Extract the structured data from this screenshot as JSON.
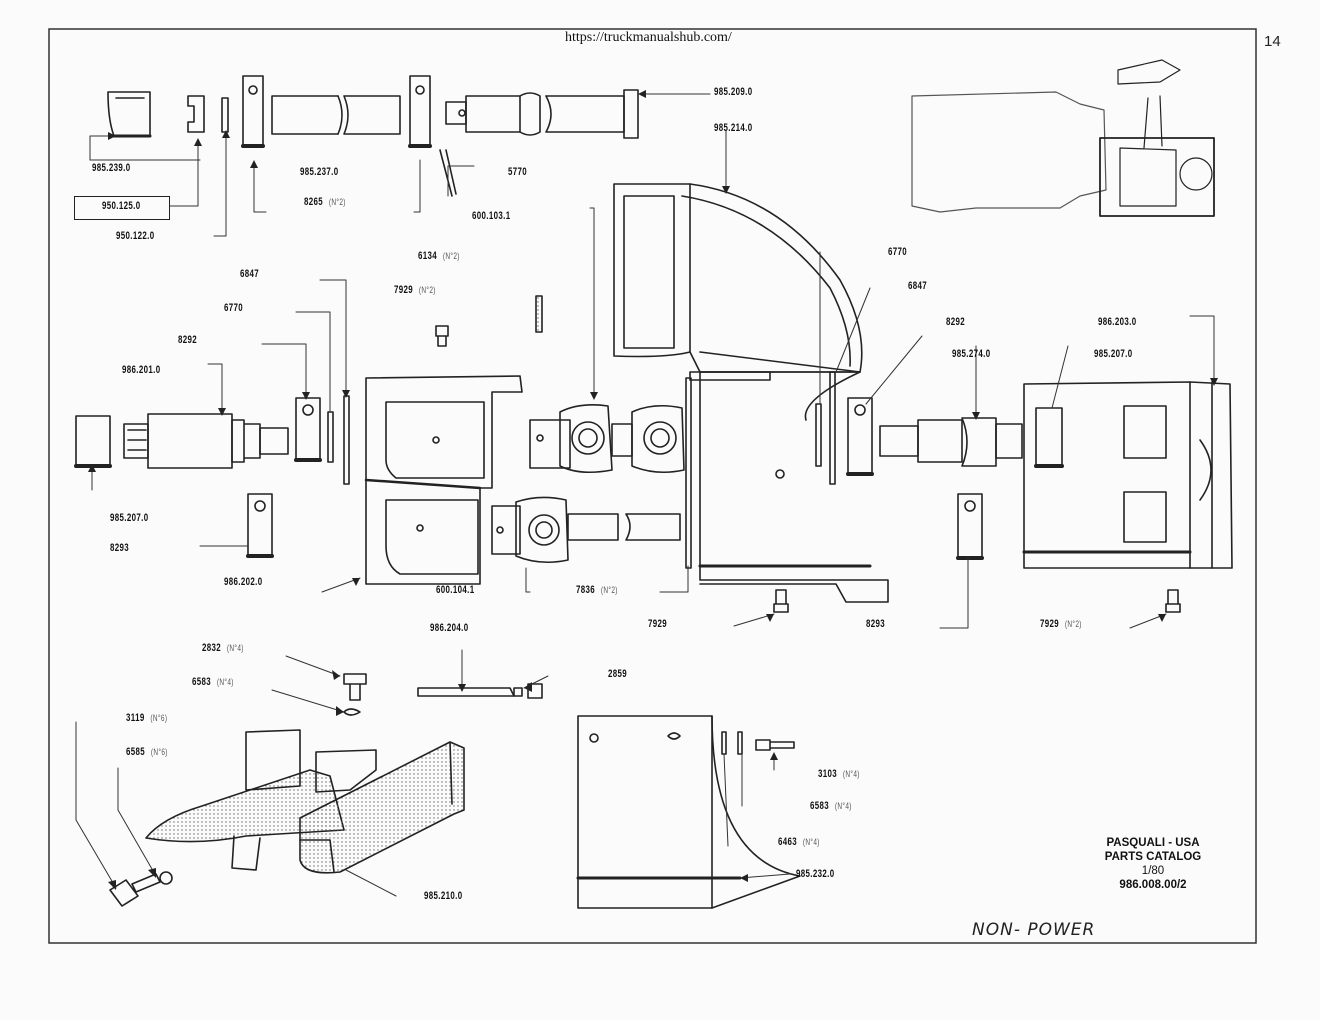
{
  "header": {
    "url": "https://truckmanualshub.com/",
    "page_number": "14"
  },
  "parts": [
    {
      "number": "985.209.0",
      "qty": ""
    },
    {
      "number": "985.214.0",
      "qty": ""
    },
    {
      "number": "985.239.0",
      "qty": ""
    },
    {
      "number": "950.125.0",
      "qty": ""
    },
    {
      "number": "950.122.0",
      "qty": ""
    },
    {
      "number": "985.237.0",
      "qty": ""
    },
    {
      "number": "8265",
      "qty": "(N°2)"
    },
    {
      "number": "5770",
      "qty": ""
    },
    {
      "number": "600.103.1",
      "qty": ""
    },
    {
      "number": "6134",
      "qty": "(N°2)"
    },
    {
      "number": "7929",
      "qty": "(N°2)"
    },
    {
      "number": "6847",
      "qty": ""
    },
    {
      "number": "6770",
      "qty": ""
    },
    {
      "number": "8292",
      "qty": ""
    },
    {
      "number": "986.201.0",
      "qty": ""
    },
    {
      "number": "6770",
      "qty": ""
    },
    {
      "number": "6847",
      "qty": ""
    },
    {
      "number": "8292",
      "qty": ""
    },
    {
      "number": "985.274.0",
      "qty": ""
    },
    {
      "number": "986.203.0",
      "qty": ""
    },
    {
      "number": "985.207.0",
      "qty": ""
    },
    {
      "number": "985.207.0",
      "qty": ""
    },
    {
      "number": "8293",
      "qty": ""
    },
    {
      "number": "986.202.0",
      "qty": ""
    },
    {
      "number": "600.104.1",
      "qty": ""
    },
    {
      "number": "986.204.0",
      "qty": ""
    },
    {
      "number": "7836",
      "qty": "(N°2)"
    },
    {
      "number": "7929",
      "qty": ""
    },
    {
      "number": "8293",
      "qty": ""
    },
    {
      "number": "7929",
      "qty": "(N°2)"
    },
    {
      "number": "2832",
      "qty": "(N°4)"
    },
    {
      "number": "6583",
      "qty": "(N°4)"
    },
    {
      "number": "2859",
      "qty": ""
    },
    {
      "number": "3119",
      "qty": "(N°6)"
    },
    {
      "number": "6585",
      "qty": "(N°6)"
    },
    {
      "number": "3103",
      "qty": "(N°4)"
    },
    {
      "number": "6583",
      "qty": "(N°4)"
    },
    {
      "number": "6463",
      "qty": "(N°4)"
    },
    {
      "number": "985.232.0",
      "qty": ""
    },
    {
      "number": "985.210.0",
      "qty": ""
    }
  ],
  "catalog": {
    "brand": "PASQUALI - USA",
    "title": "PARTS CATALOG",
    "date": "1/80",
    "code": "986.008.00/2"
  },
  "handwritten_note": "NON- POWER",
  "colors": {
    "ink": "#1a1a1a",
    "paper": "#fbfbfb",
    "hatch": "#888888"
  }
}
